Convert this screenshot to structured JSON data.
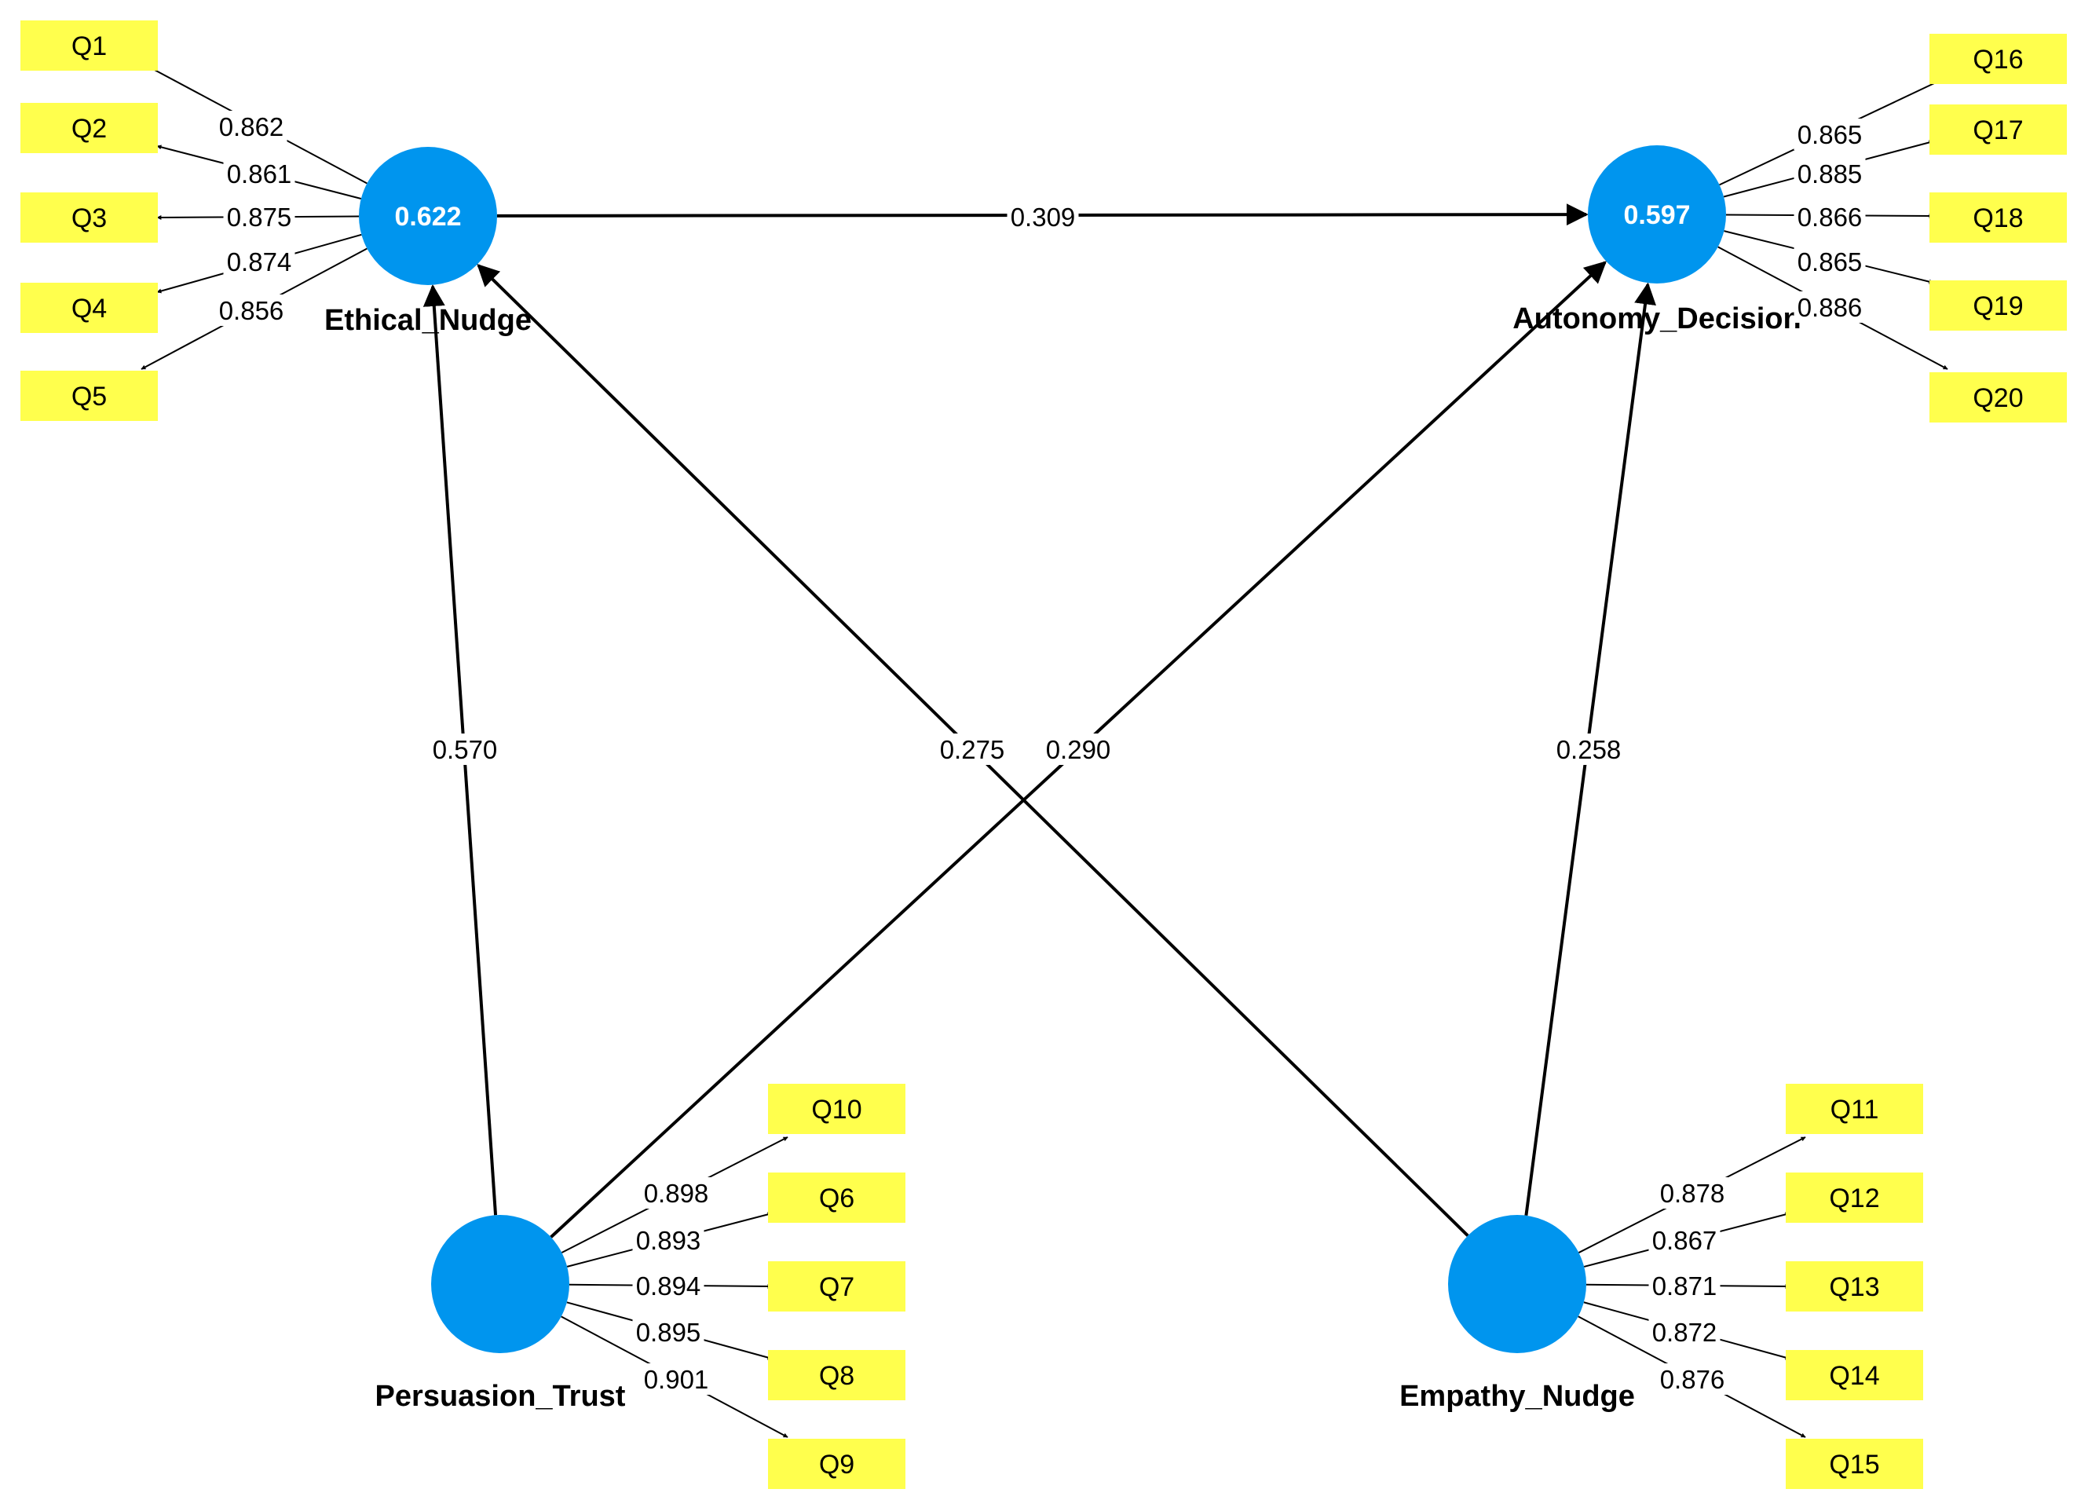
{
  "constructs": {
    "ethical": {
      "name": "Ethical_Nudge",
      "r2": "0.622"
    },
    "autonomy": {
      "name": "Autonomy_Decision",
      "r2": "0.597"
    },
    "persuasion": {
      "name": "Persuasion_Trust",
      "r2": ""
    },
    "empathy": {
      "name": "Empathy_Nudge",
      "r2": ""
    }
  },
  "indicators": [
    {
      "id": "Q1",
      "label": "Q1"
    },
    {
      "id": "Q2",
      "label": "Q2"
    },
    {
      "id": "Q3",
      "label": "Q3"
    },
    {
      "id": "Q4",
      "label": "Q4"
    },
    {
      "id": "Q5",
      "label": "Q5"
    },
    {
      "id": "Q10",
      "label": "Q10"
    },
    {
      "id": "Q6",
      "label": "Q6"
    },
    {
      "id": "Q7",
      "label": "Q7"
    },
    {
      "id": "Q8",
      "label": "Q8"
    },
    {
      "id": "Q9",
      "label": "Q9"
    },
    {
      "id": "Q11",
      "label": "Q11"
    },
    {
      "id": "Q12",
      "label": "Q12"
    },
    {
      "id": "Q13",
      "label": "Q13"
    },
    {
      "id": "Q14",
      "label": "Q14"
    },
    {
      "id": "Q15",
      "label": "Q15"
    },
    {
      "id": "Q16",
      "label": "Q16"
    },
    {
      "id": "Q17",
      "label": "Q17"
    },
    {
      "id": "Q18",
      "label": "Q18"
    },
    {
      "id": "Q19",
      "label": "Q19"
    },
    {
      "id": "Q20",
      "label": "Q20"
    }
  ],
  "loadings": [
    {
      "construct": "ethical",
      "indicator": "Q1",
      "value": "0.862"
    },
    {
      "construct": "ethical",
      "indicator": "Q2",
      "value": "0.861"
    },
    {
      "construct": "ethical",
      "indicator": "Q3",
      "value": "0.875"
    },
    {
      "construct": "ethical",
      "indicator": "Q4",
      "value": "0.874"
    },
    {
      "construct": "ethical",
      "indicator": "Q5",
      "value": "0.856"
    },
    {
      "construct": "persuasion",
      "indicator": "Q10",
      "value": "0.898"
    },
    {
      "construct": "persuasion",
      "indicator": "Q6",
      "value": "0.893"
    },
    {
      "construct": "persuasion",
      "indicator": "Q7",
      "value": "0.894"
    },
    {
      "construct": "persuasion",
      "indicator": "Q8",
      "value": "0.895"
    },
    {
      "construct": "persuasion",
      "indicator": "Q9",
      "value": "0.901"
    },
    {
      "construct": "empathy",
      "indicator": "Q11",
      "value": "0.878"
    },
    {
      "construct": "empathy",
      "indicator": "Q12",
      "value": "0.867"
    },
    {
      "construct": "empathy",
      "indicator": "Q13",
      "value": "0.871"
    },
    {
      "construct": "empathy",
      "indicator": "Q14",
      "value": "0.872"
    },
    {
      "construct": "empathy",
      "indicator": "Q15",
      "value": "0.876"
    },
    {
      "construct": "autonomy",
      "indicator": "Q16",
      "value": "0.865"
    },
    {
      "construct": "autonomy",
      "indicator": "Q17",
      "value": "0.885"
    },
    {
      "construct": "autonomy",
      "indicator": "Q18",
      "value": "0.866"
    },
    {
      "construct": "autonomy",
      "indicator": "Q19",
      "value": "0.865"
    },
    {
      "construct": "autonomy",
      "indicator": "Q20",
      "value": "0.886"
    }
  ],
  "paths": [
    {
      "from": "ethical",
      "to": "autonomy",
      "value": "0.309"
    },
    {
      "from": "persuasion",
      "to": "ethical",
      "value": "0.570"
    },
    {
      "from": "empathy",
      "to": "ethical",
      "value": "0.275"
    },
    {
      "from": "persuasion",
      "to": "autonomy",
      "value": "0.290"
    },
    {
      "from": "empathy",
      "to": "autonomy",
      "value": "0.258"
    }
  ],
  "colors": {
    "indicator_fill": "#ffff4d",
    "construct_fill": "#0095ee",
    "edge": "#000000"
  }
}
